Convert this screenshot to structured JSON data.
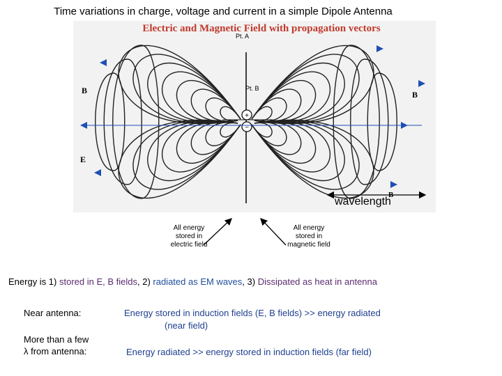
{
  "title": "Time variations in charge, voltage and current in a simple Dipole Antenna",
  "figure": {
    "title": "Electric and Magnetic Field with propagation vectors",
    "point_a": "Pt. A",
    "point_b": "Pt. B",
    "letters": {
      "b_left": "B",
      "e_left": "E",
      "b_right": "B",
      "b_bottom": "B"
    },
    "plus_sign": "+",
    "minus_sign": "−",
    "wavelength": "wavelength"
  },
  "notes": {
    "electric": [
      "All energy",
      "stored in",
      "electric field"
    ],
    "magnetic": [
      "All energy",
      "stored in",
      "magnetic field"
    ]
  },
  "energy": {
    "prefix": "Energy is 1) ",
    "part1": "stored in E, B fields",
    "sep1": ", 2) ",
    "part2": "radiated as EM waves",
    "sep2": ", 3) ",
    "part3": "Dissipated as heat in antenna"
  },
  "near": {
    "label": "Near antenna:",
    "line1": "Energy stored in induction fields (E, B fields) >> energy radiated",
    "line2": "(near field)"
  },
  "far": {
    "label_line1": "More than a few",
    "label_line2": "λ from antenna:",
    "text": "Energy radiated >> energy stored in induction fields (far field)"
  },
  "colors": {
    "blue_text": "#1f4e9c",
    "purple_text": "#5b2c6f",
    "title_red": "#c0392b",
    "arrow_blue": "#1f4fb5"
  }
}
